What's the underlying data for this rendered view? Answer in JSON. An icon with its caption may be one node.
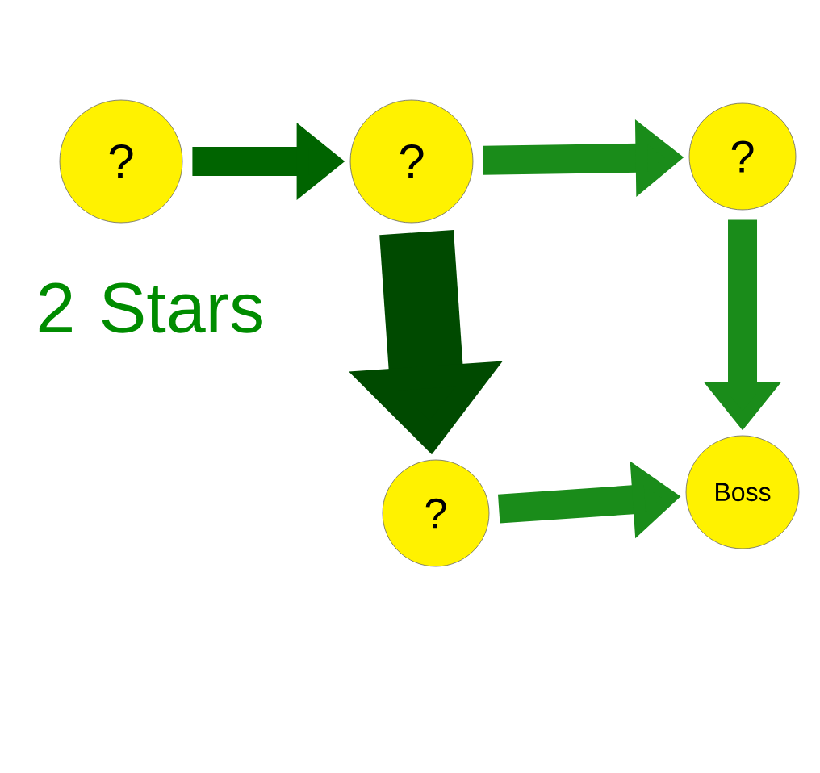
{
  "diagram": {
    "nodes": [
      {
        "text": [
          "?"
        ]
      },
      {
        "text": [
          "?"
        ]
      },
      {
        "text": [
          "?"
        ]
      },
      {
        "text": [
          "?"
        ]
      },
      {
        "text": [
          "Boss"
        ]
      }
    ],
    "edges": [
      {
        "from": 0,
        "to": 1,
        "arrow": "to",
        "color": "#006400"
      },
      {
        "from": 1,
        "to": 2,
        "arrow": "to"
      },
      {
        "from": 1,
        "to": 3,
        "arrow": "to",
        "style": "thick",
        "color": "#004a00"
      },
      {
        "from": 2,
        "to": 4,
        "arrow": "to"
      },
      {
        "from": 3,
        "to": 4,
        "arrow": "to"
      }
    ],
    "labels": [
      "2 Stars"
    ]
  }
}
